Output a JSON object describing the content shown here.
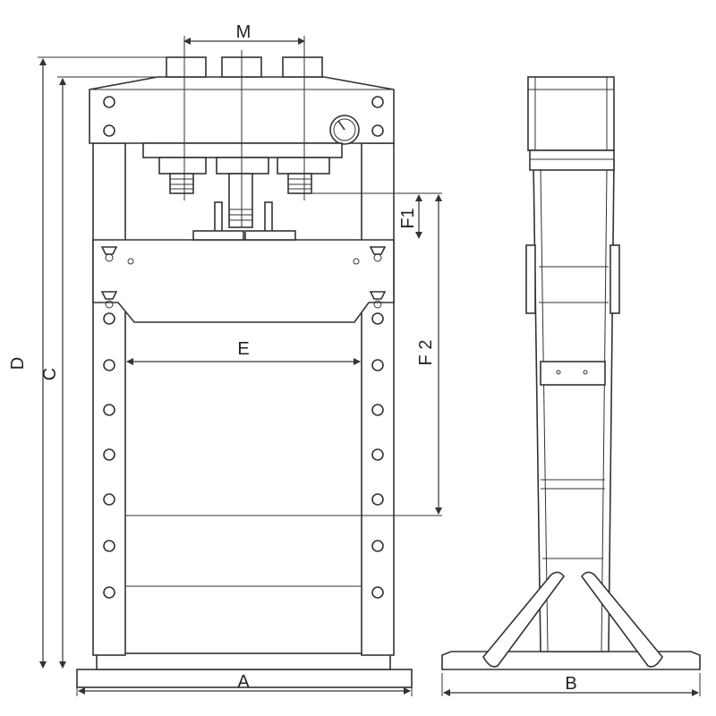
{
  "labels": {
    "M": "M",
    "D": "D",
    "C": "C",
    "E": "E",
    "F1": "F1",
    "F2": "F 2",
    "A": "A",
    "B": "B"
  },
  "colors": {
    "line": "#333333",
    "background": "#ffffff"
  },
  "icons": [
    "pressure-gauge-icon",
    "wing-nut-icon"
  ]
}
